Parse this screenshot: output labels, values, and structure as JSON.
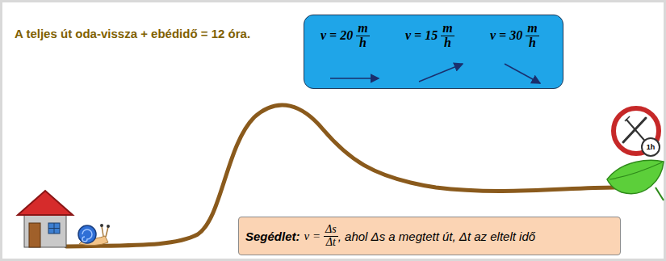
{
  "diagram": {
    "title": "A teljes út oda-vissza + ebédidő = 12 óra.",
    "nodes": [
      {
        "text": [
          "v = 20",
          "m",
          "h",
          "v = 15",
          "m",
          "h",
          "v = 30",
          "m",
          "h"
        ]
      },
      {
        "text": [
          "Segédlet:",
          "v =",
          "Δs",
          "Δt",
          ", ahol Δs a megtett út, Δt az eltelt idő"
        ]
      }
    ],
    "labels": [
      "1h"
    ]
  }
}
